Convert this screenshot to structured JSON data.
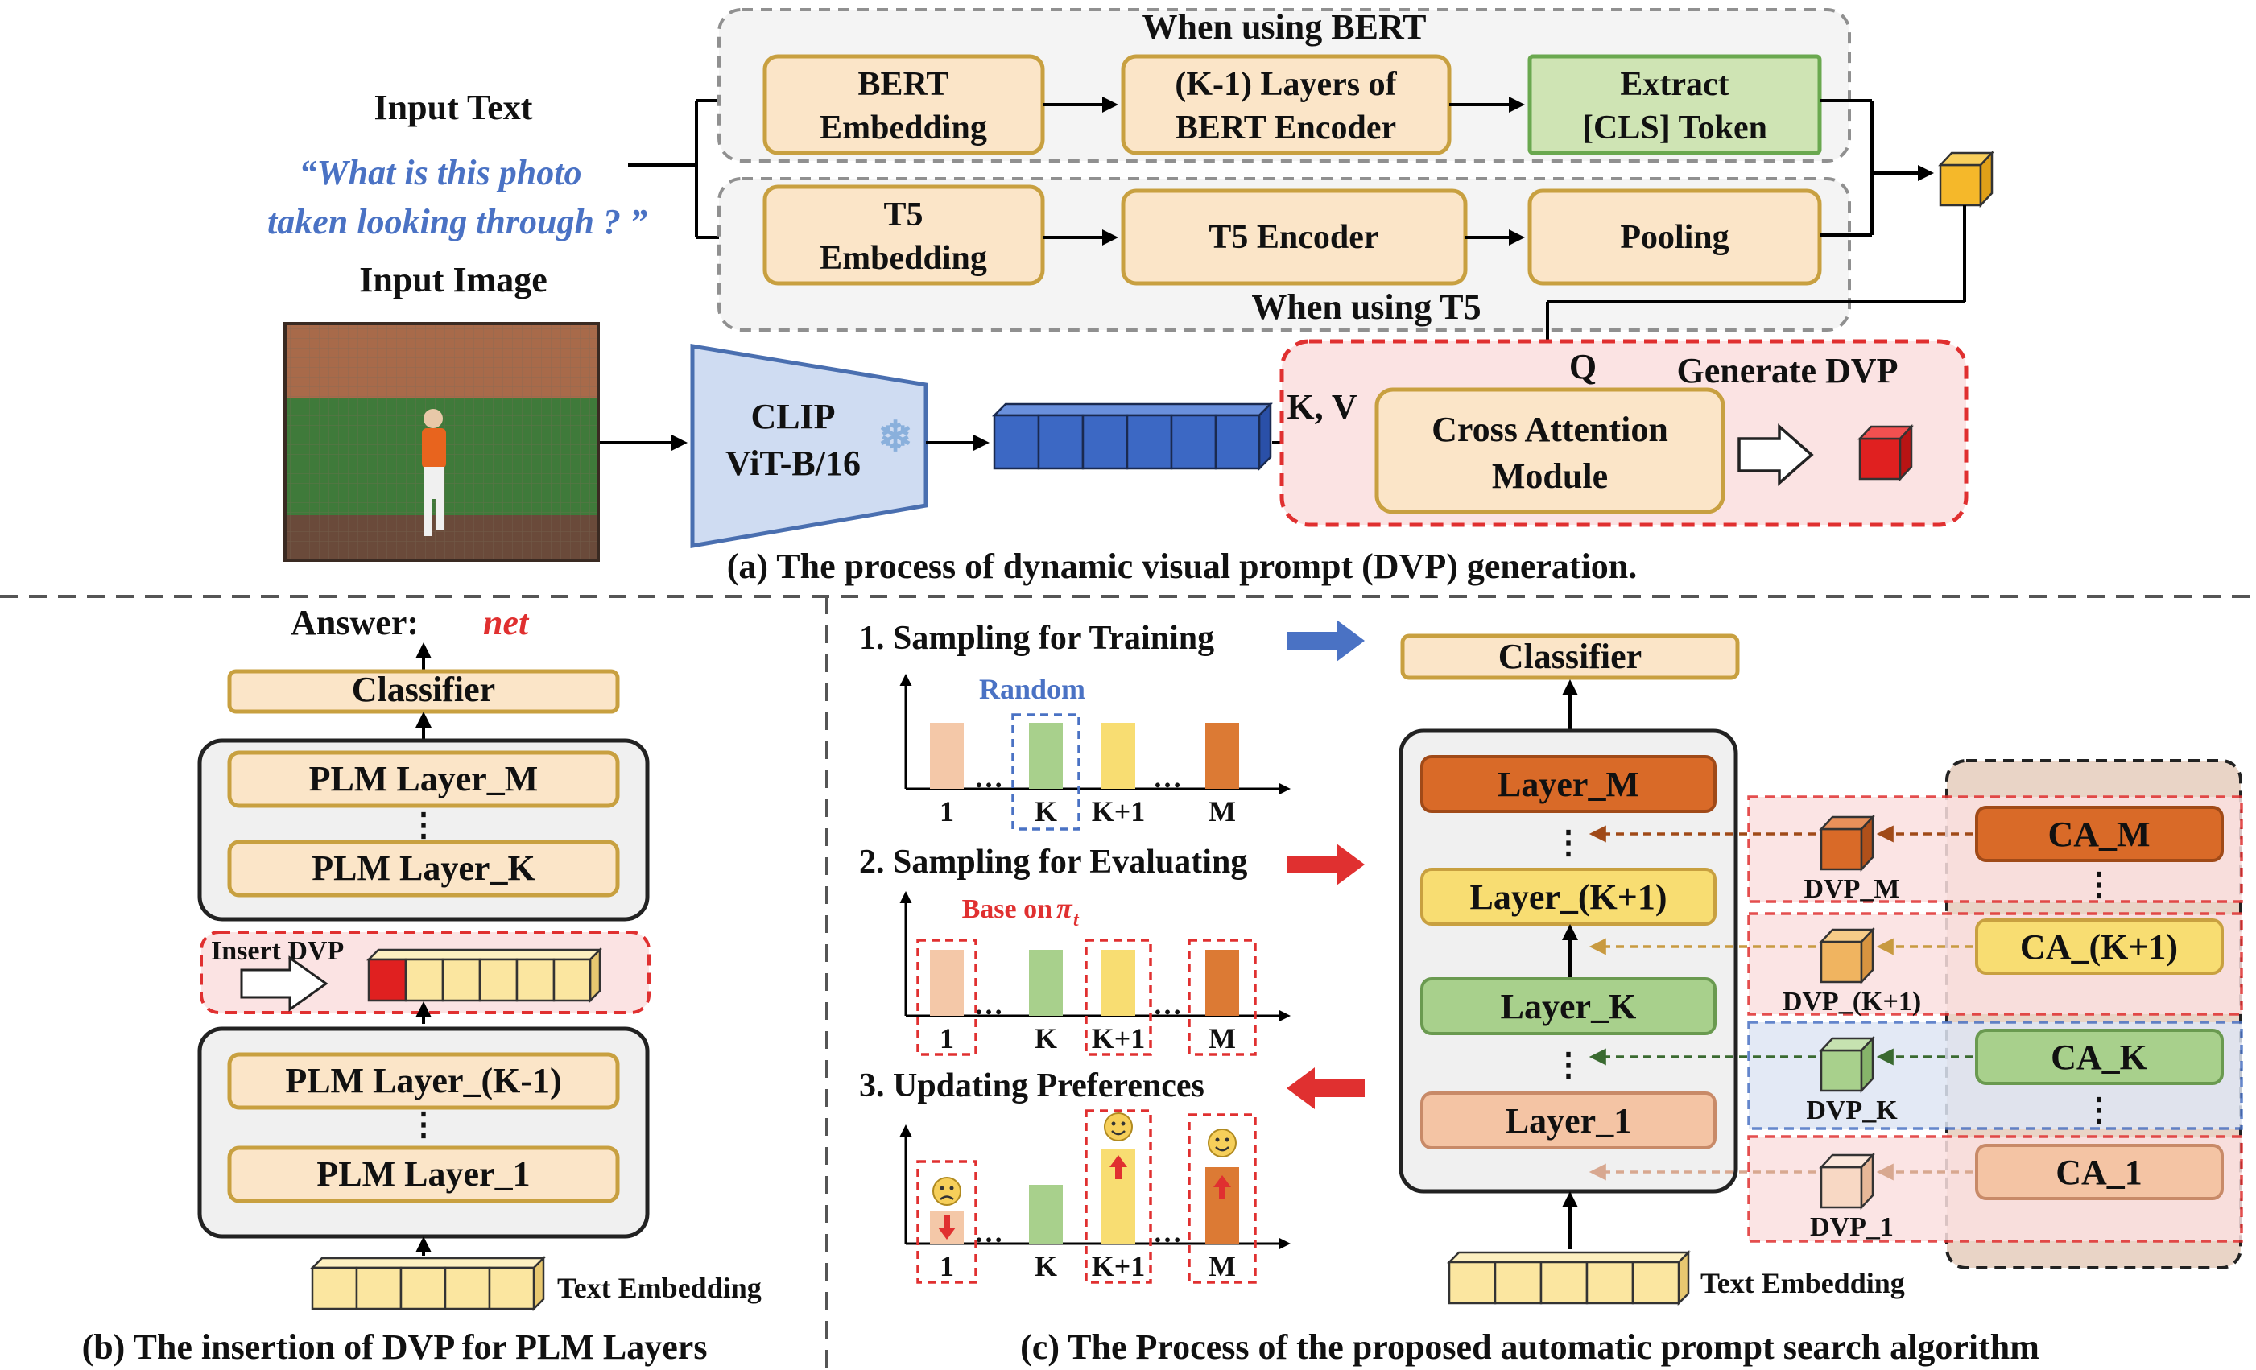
{
  "a": {
    "input_text_title": "Input Text",
    "question_line1": "“What is this photo",
    "question_line2": "taken looking through ? ”",
    "input_image_title": "Input Image",
    "bert_group_label": "When using BERT",
    "t5_group_label": "When using T5",
    "bert_embedding": [
      "BERT",
      "Embedding"
    ],
    "bert_encoder": [
      "(K-1) Layers of",
      "BERT Encoder"
    ],
    "extract_cls": [
      "Extract",
      "[CLS] Token"
    ],
    "t5_embedding": [
      "T5",
      "Embedding"
    ],
    "t5_encoder": "T5 Encoder",
    "pooling": "Pooling",
    "clip": [
      "CLIP",
      "ViT-B/16"
    ],
    "snowflake": "❄",
    "kv_label": "K, V",
    "q_label": "Q",
    "generate_dvp": "Generate DVP",
    "cross_attention": [
      "Cross Attention",
      "Module"
    ],
    "caption": "(a)  The process of dynamic visual prompt (DVP) generation."
  },
  "b": {
    "answer_prefix": "Answer: ",
    "answer_value": "net",
    "classifier": "Classifier",
    "layer_m": "PLM  Layer_M",
    "dots": "⋮",
    "layer_k": "PLM  Layer_K",
    "insert_dvp": "Insert DVP",
    "layer_k1": "PLM  Layer_(K-1)",
    "layer_1": "PLM  Layer_1",
    "text_embedding": "Text Embedding",
    "caption": "(b)  The insertion of DVP for PLM Layers"
  },
  "c": {
    "step1": "1. Sampling for Training",
    "random_label": "Random",
    "step2": "2. Sampling for Evaluating",
    "base_on": "Base on ",
    "pi": "π",
    "pi_sub": "t",
    "step3": "3. Updating Preferences",
    "ticks": [
      "1",
      "K",
      "K+1",
      "M"
    ],
    "ellipsis": "…",
    "bar_heights": [
      0.75,
      0.75,
      0.75,
      0.75
    ],
    "bar_heights_updated": [
      0.3,
      0.66,
      1.0,
      0.88
    ],
    "classifier": "Classifier",
    "layer_m": "Layer_M",
    "layer_k1": "Layer_(K+1)",
    "layer_k": "Layer_K",
    "layer_1": "Layer_1",
    "dots": "⋮",
    "text_embedding": "Text Embedding",
    "dvp_m": "DVP_M",
    "dvp_k1": "DVP_(K+1)",
    "dvp_k": "DVP_K",
    "dvp_1": "DVP_1",
    "ca_m": "CA_M",
    "ca_k1": "CA_(K+1)",
    "ca_k": "CA_K",
    "ca_1": "CA_1",
    "caption": "(c)  The Process of the proposed automatic prompt search algorithm"
  },
  "colors": {
    "box_fill": "#fbe5c8",
    "box_border": "#c8a040",
    "green_fill": "#cfe4b4",
    "red_dashed": "#e03030",
    "blue_clip": "#cfdcf2",
    "token_blue": "#3c68c4",
    "token_yellow": "#fbe6a0",
    "dvp_red": "#e02020",
    "layer_m": "#d96a28",
    "layer_k1": "#f8dd72",
    "layer_k": "#a8d08c",
    "layer_1": "#f4c4a4",
    "bar_1": "#f4c8a8",
    "bar_k": "#a8d08c",
    "bar_k1": "#f8dd72",
    "bar_m": "#dc7a34",
    "blue_arrow": "#4a72c4",
    "red_arrow": "#e03030"
  }
}
